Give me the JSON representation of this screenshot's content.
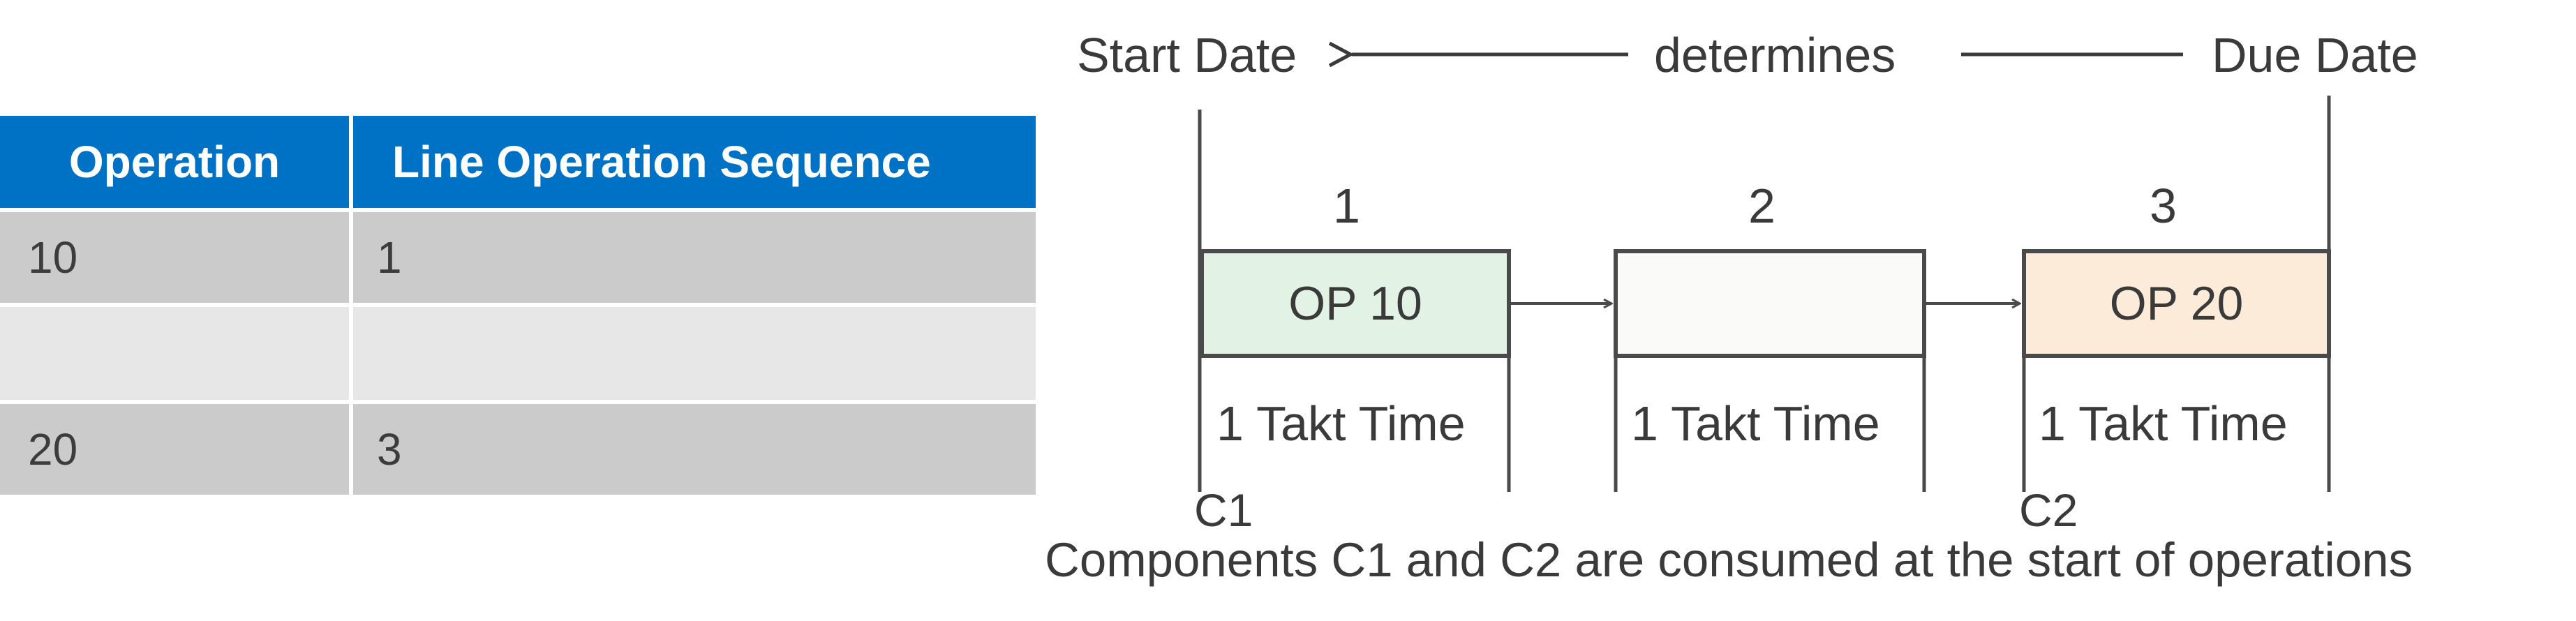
{
  "table": {
    "headers": [
      "Operation",
      "Line Operation Sequence"
    ],
    "rows": [
      [
        "10",
        "1"
      ],
      [
        "",
        ""
      ],
      [
        "20",
        "3"
      ]
    ]
  },
  "diagram": {
    "start_label": "Start Date",
    "determines_label": "determines",
    "due_label": "Due Date",
    "slots": [
      {
        "number": "1",
        "op_label": "OP 10",
        "takt_label": "1 Takt Time",
        "fill": "#e2f3e6"
      },
      {
        "number": "2",
        "op_label": "",
        "takt_label": "1 Takt Time",
        "fill": "#fafaf8"
      },
      {
        "number": "3",
        "op_label": "OP 20",
        "takt_label": "1 Takt Time",
        "fill": "#fbebd8"
      }
    ],
    "components": [
      "C1",
      "C2"
    ],
    "caption": "Components C1 and C2 are consumed at the start of operations"
  },
  "colors": {
    "table_header": "#0072c6",
    "row_dark": "#cbcbcb",
    "row_light": "#e7e7e7",
    "line": "#4a4a4a"
  }
}
